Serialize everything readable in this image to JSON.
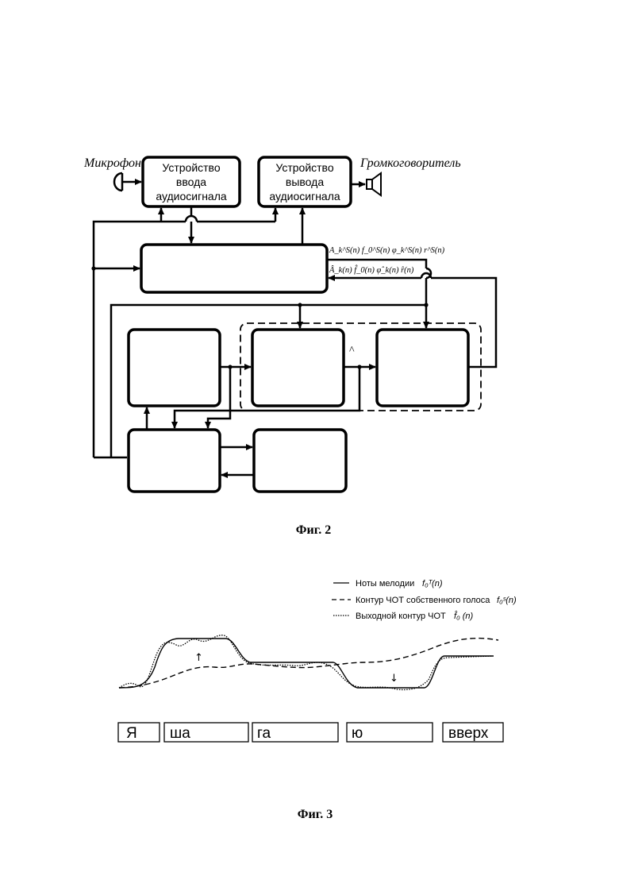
{
  "fig2": {
    "microphone_label": "Микрофон",
    "speaker_label": "Громкоговоритель",
    "input_device": [
      "Устройство",
      "ввода",
      "аудиосигнала"
    ],
    "output_device": [
      "Устройство",
      "вывода",
      "аудиосигнала"
    ],
    "analysis_params": "A_k^S(n) f_0^S(n) φ_k^S(n) r^S(n)",
    "synthesis_params": "Â_k(n) f̂_0(n) φ̂_k(n) r̂(n)",
    "hat_symbol": "^",
    "caption": "Фиг. 2"
  },
  "fig3": {
    "legend": {
      "melody_notes": "Ноты мелодии",
      "melody_symbol": "f₀ᵀ(n)",
      "own_voice": "Контур ЧОТ собственного голоса",
      "own_voice_symbol": "f₀ˢ(n)",
      "output_contour": "Выходной  контур ЧОТ",
      "output_symbol": "f̂₀ (n)"
    },
    "up_arrow": "↑",
    "down_arrow": "↓",
    "syllables": [
      "Я",
      "ша",
      "га",
      "ю",
      "вверх"
    ],
    "caption": "Фиг. 3"
  }
}
